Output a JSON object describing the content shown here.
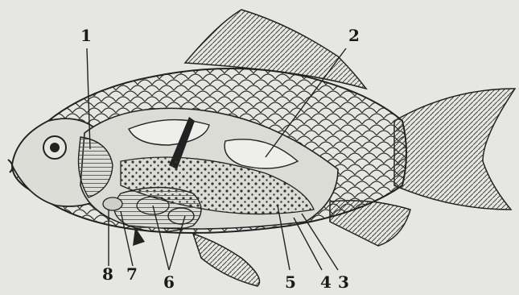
{
  "labels": {
    "l1": "1",
    "l2": "2",
    "l3": "3",
    "l4": "4",
    "l5": "5",
    "l6": "6",
    "l7": "7",
    "l8": "8"
  },
  "colors": {
    "paper": "#e6e6e3",
    "ink": "#1a1a1a"
  }
}
